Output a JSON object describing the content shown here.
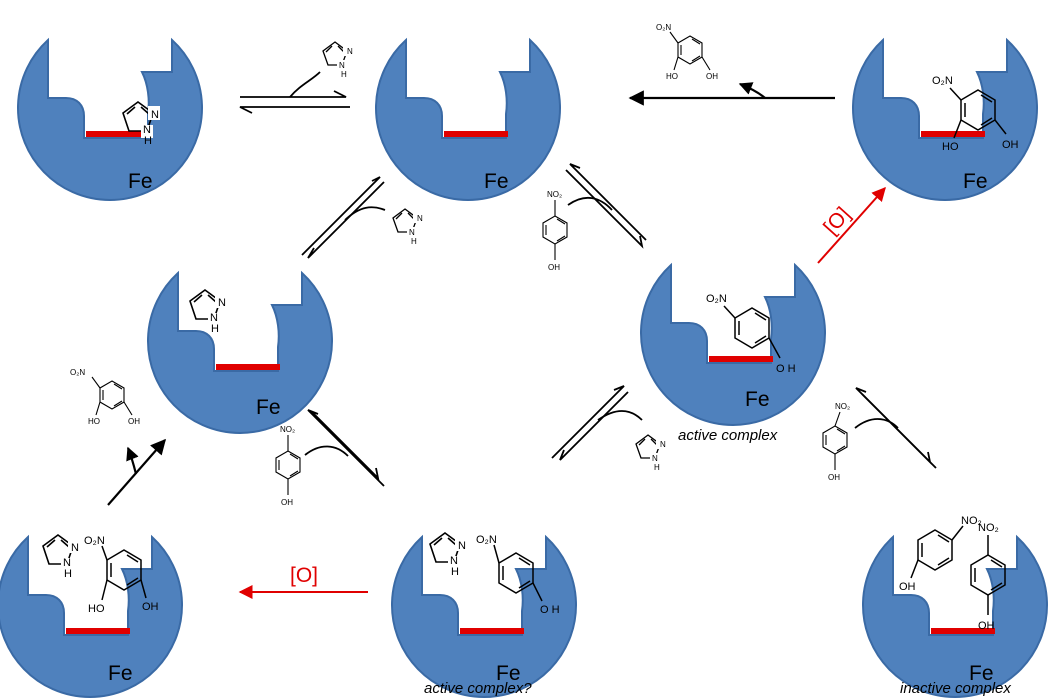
{
  "metal_label": "Fe",
  "oxidant_label": "[O]",
  "captions": {
    "active": "active complex",
    "active_q": "active complex?",
    "inactive": "inactive complex"
  },
  "colors": {
    "pocket": "#4f81bd",
    "pocket_stroke": "#3a6aa5",
    "heme": "#e00000",
    "oxidation_arrow": "#e00000",
    "arrow": "#000000"
  },
  "chem_labels": {
    "nitro": "O₂N",
    "no2": "NO₂",
    "oh": "OH",
    "ho": "HO",
    "n": "N",
    "h": "H",
    "o": "O",
    "oh_split": "O H"
  },
  "molecules": {
    "pyrazole": "pyrazole",
    "nitrophenol": "4-nitrophenol",
    "nitrocatechol": "4-nitrocatechol"
  }
}
